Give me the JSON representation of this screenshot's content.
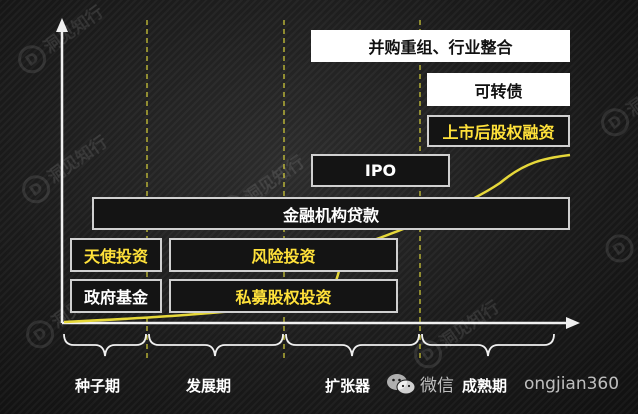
{
  "boxes": {
    "ma_restructuring": "并购重组、行业整合",
    "convertible_bonds": "可转债",
    "post_ipo_equity": "上市后股权融资",
    "ipo": "IPO",
    "bank_loans": "金融机构贷款",
    "angel_investment": "天使投资",
    "venture_capital": "风险投资",
    "government_fund": "政府基金",
    "private_equity": "私募股权投资"
  },
  "stages": [
    "种子期",
    "发展期",
    "扩张器",
    "成熟期"
  ],
  "watermark": {
    "logo_letter": "D",
    "text": "洞见知行",
    "wechat_label": "微信",
    "wechat_id": "ongjian360"
  },
  "colors": {
    "accent": "#ffe13a",
    "background": "#1c1c1c",
    "box_border": "#d0d0d0"
  },
  "icons": [
    "wechat-icon"
  ]
}
